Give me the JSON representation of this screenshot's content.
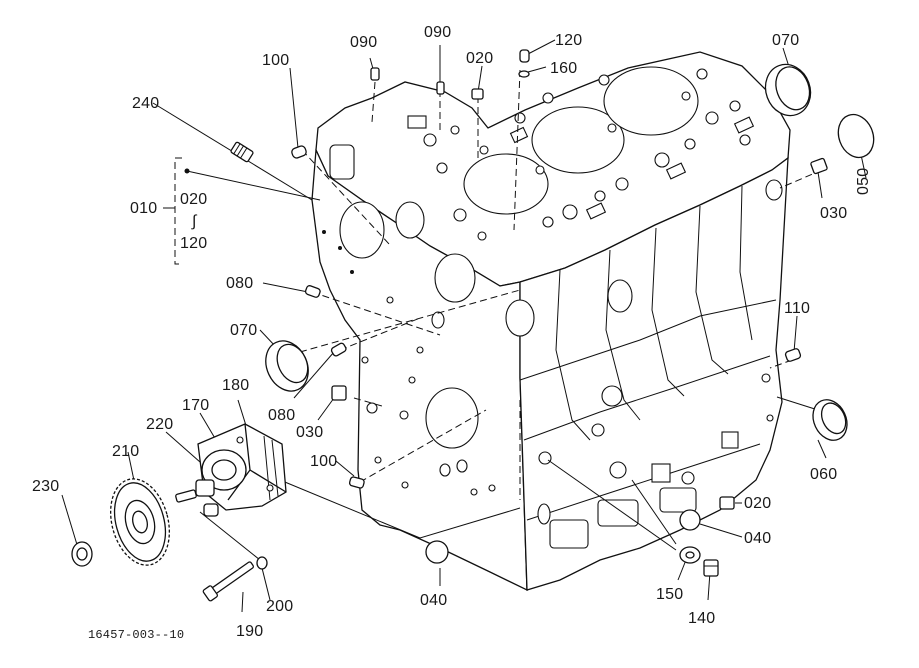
{
  "labels": {
    "p010": "010",
    "p020_group": "020",
    "p_range_sym": "∫",
    "p120_group": "120",
    "p240": "240",
    "p100_top": "100",
    "p090_a": "090",
    "p090_b": "090",
    "p020_top": "020",
    "p120_top": "120",
    "p160": "160",
    "p070_top": "070",
    "p050": "050",
    "p030_right": "030",
    "p080_left": "080",
    "p070_left": "070",
    "p080_mid": "080",
    "p030_mid": "030",
    "p100_mid": "100",
    "p180": "180",
    "p170": "170",
    "p220": "220",
    "p210": "210",
    "p230": "230",
    "p110": "110",
    "p060": "060",
    "p020_right": "020",
    "p040_right": "040",
    "p040_bottom": "040",
    "p150": "150",
    "p140": "140",
    "p200": "200",
    "p190": "190",
    "figure_code": "16457-003--10"
  }
}
